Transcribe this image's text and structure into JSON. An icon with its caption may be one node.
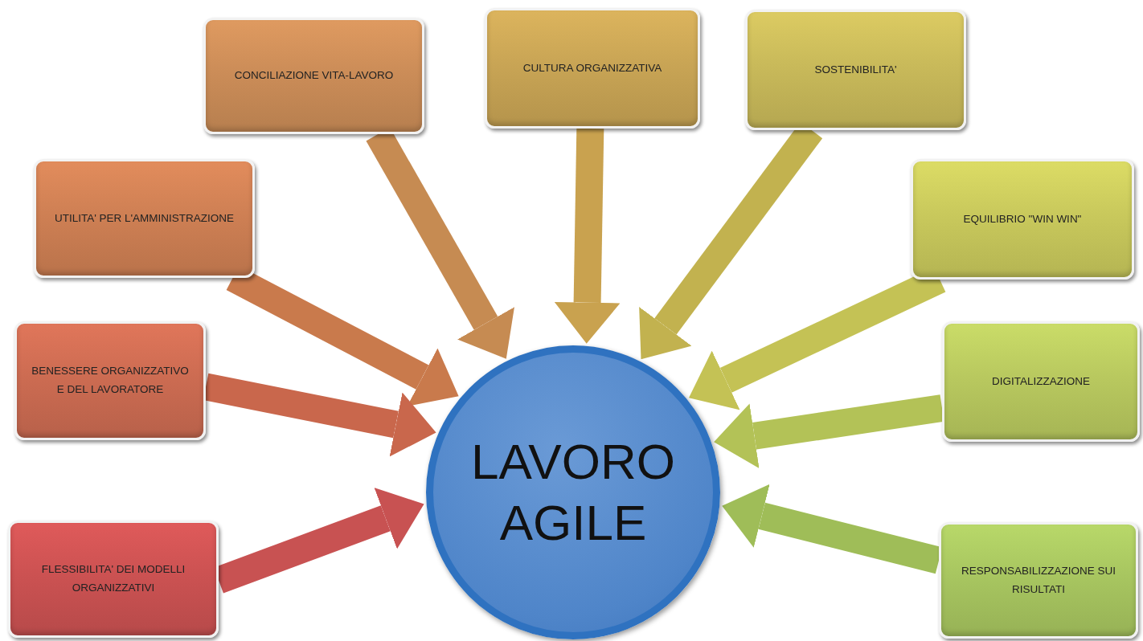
{
  "diagram": {
    "nodes": [
      {
        "text": [
          "CONCILIAZIONE VITA-LAVORO"
        ]
      },
      {
        "text": [
          "CULTURA ORGANIZZATIVA"
        ]
      },
      {
        "text": [
          "SOSTENIBILITA'"
        ]
      },
      {
        "text": [
          "UTILITA' PER L'AMMINISTRAZIONE"
        ]
      },
      {
        "text": [
          "EQUILIBRIO \"WIN WIN\""
        ]
      },
      {
        "text": [
          "BENESSERE ORGANIZZATIVO E DEL LAVORATORE"
        ]
      },
      {
        "text": [
          "DIGITALIZZAZIONE"
        ]
      },
      {
        "text": [
          "LAVORO AGILE"
        ]
      },
      {
        "text": [
          "FLESSIBILITA' DEI MODELLI ORGANIZZATIVI"
        ]
      },
      {
        "text": [
          "RESPONSABILIZZAZIONE SUI RISULTATI"
        ]
      }
    ],
    "edges": [
      {
        "from": 0,
        "to": 7,
        "arrow": "to",
        "color": "#c68b52"
      },
      {
        "from": 1,
        "to": 7,
        "arrow": "to",
        "color": "#c9a24f"
      },
      {
        "from": 2,
        "to": 7,
        "arrow": "to",
        "color": "#c2b24f"
      },
      {
        "from": 3,
        "to": 7,
        "arrow": "to",
        "color": "#c97a4c"
      },
      {
        "from": 4,
        "to": 7,
        "arrow": "to",
        "color": "#c4c255"
      },
      {
        "from": 5,
        "to": 7,
        "arrow": "to",
        "color": "#c9674c"
      },
      {
        "from": 6,
        "to": 7,
        "arrow": "to",
        "color": "#b3c257"
      },
      {
        "from": 8,
        "to": 7,
        "arrow": "to",
        "color": "#c85252"
      },
      {
        "from": 9,
        "to": 7,
        "arrow": "to",
        "color": "#9fbd58"
      }
    ]
  }
}
